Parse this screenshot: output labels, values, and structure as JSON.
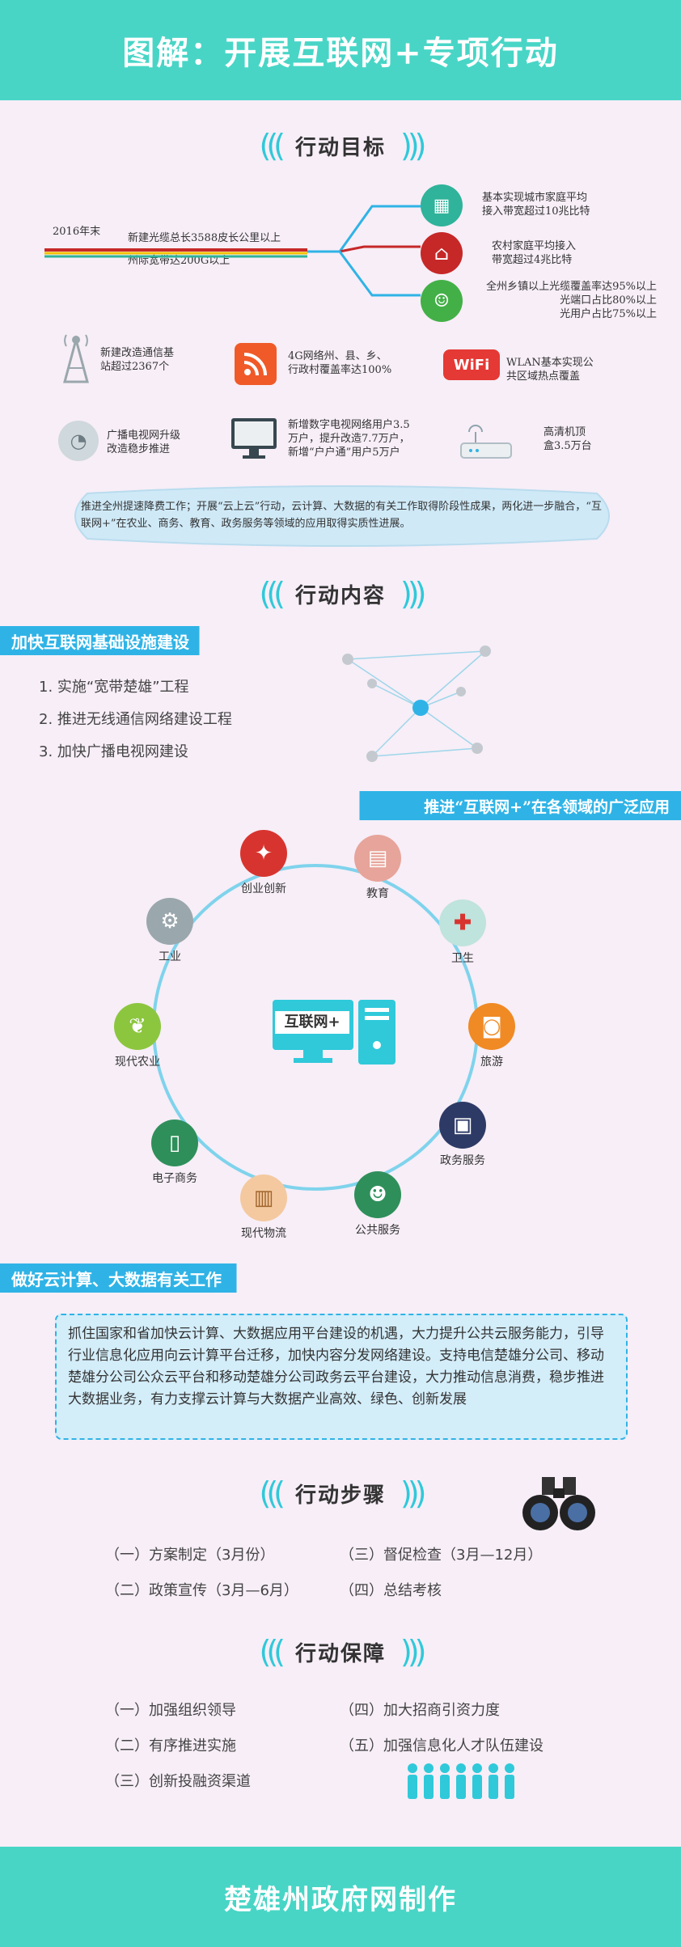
{
  "header": {
    "title": "图解：开展互联网+专项行动"
  },
  "goals": {
    "title": "行动目标",
    "timeline": {
      "year": "2016年末",
      "line1": "新建光缆总长3588皮长公里以上",
      "line2": "州际宽带达200G以上"
    },
    "branch": [
      {
        "text": "基本实现城市家庭平均\n接入带宽超过10兆比特",
        "icon": "building-icon",
        "color": "#2fb39a"
      },
      {
        "text": "农村家庭平均接入\n带宽超过4兆比特",
        "icon": "house-icon",
        "color": "#c62828"
      },
      {
        "text": "全州乡镇以上光缆覆盖率达95%以上\n光端口占比80%以上\n光用户占比75%以上",
        "icon": "users-icon",
        "color": "#43b047"
      }
    ],
    "stats": [
      {
        "text": "新建改造通信基\n站超过2367个",
        "icon": "tower-icon"
      },
      {
        "text": "4G网络州、县、乡、\n行政村覆盖率达100%",
        "icon": "rss-icon"
      },
      {
        "text": "WLAN基本实现公\n共区域热点覆盖",
        "icon": "wifi-icon",
        "wifi_label": "WiFi"
      },
      {
        "text": "广播电视网升级\n改造稳步推进",
        "icon": "satellite-dish-icon"
      },
      {
        "text": "新增数字电视网络用户3.5\n万户，提升改造7.7万户，\n新增“户户通”用户5万户",
        "icon": "monitor-icon"
      },
      {
        "text": "高清机顶\n盒3.5万台",
        "icon": "set-top-box-icon"
      }
    ],
    "summary": "推进全州提速降费工作；开展“云上云”行动，云计算、大数据的有关工作取得阶段性成果，两化进一步融合，“互联网+”在农业、商务、教育、政务服务等领域的应用取得实质性进展。"
  },
  "content": {
    "title": "行动内容",
    "infra_bar": "加快互联网基础设施建设",
    "infra_list": [
      "1. 实施“宽带楚雄”工程",
      "2. 推进无线通信网络建设工程",
      "3. 加快广播电视网建设"
    ],
    "apps_bar": "推进“互联网+”在各领域的广泛应用",
    "center_label": "互联网+",
    "apps": [
      {
        "label": "创业创新",
        "icon": "lightbulb-icon",
        "color": "#d8342f"
      },
      {
        "label": "教育",
        "icon": "book-icon",
        "color": "#e7a49a"
      },
      {
        "label": "卫生",
        "icon": "medical-cross-icon",
        "color": "#bfe3dd"
      },
      {
        "label": "旅游",
        "icon": "taxi-icon",
        "color": "#f08a24"
      },
      {
        "label": "政务服务",
        "icon": "briefcase-icon",
        "color": "#2e3a66"
      },
      {
        "label": "公共服务",
        "icon": "staff-icon",
        "color": "#2f8f5b"
      },
      {
        "label": "现代物流",
        "icon": "package-icon",
        "color": "#f4c9a0"
      },
      {
        "label": "电子商务",
        "icon": "phone-icon",
        "color": "#2f8f5b"
      },
      {
        "label": "现代农业",
        "icon": "sprout-icon",
        "color": "#8cc63f"
      },
      {
        "label": "工业",
        "icon": "gear-icon",
        "color": "#9aa7ad"
      }
    ],
    "cloud_bar": "做好云计算、大数据有关工作",
    "cloud_text": "抓住国家和省加快云计算、大数据应用平台建设的机遇，大力提升公共云服务能力，引导行业信息化应用向云计算平台迁移，加快内容分发网络建设。支持电信楚雄分公司、移动楚雄分公司公众云平台和移动楚雄分公司政务云平台建设，大力推动信息消费，稳步推进大数据业务，有力支撑云计算与大数据产业高效、绿色、创新发展"
  },
  "steps": {
    "title": "行动步骤",
    "items": [
      "（一）方案制定（3月份）",
      "（三）督促检查（3月—12月）",
      "（二）政策宣传（3月—6月）",
      "（四）总结考核"
    ]
  },
  "guarantee": {
    "title": "行动保障",
    "items": [
      "（一）加强组织领导",
      "（四）加大招商引资力度",
      "（二）有序推进实施",
      "（五）加强信息化人才队伍建设",
      "（三）创新投融资渠道"
    ]
  },
  "footer": {
    "text": "楚雄州政府网制作"
  },
  "colors": {
    "teal": "#48d5c6",
    "blue": "#2fb3e6",
    "accent": "#2fc9da"
  }
}
